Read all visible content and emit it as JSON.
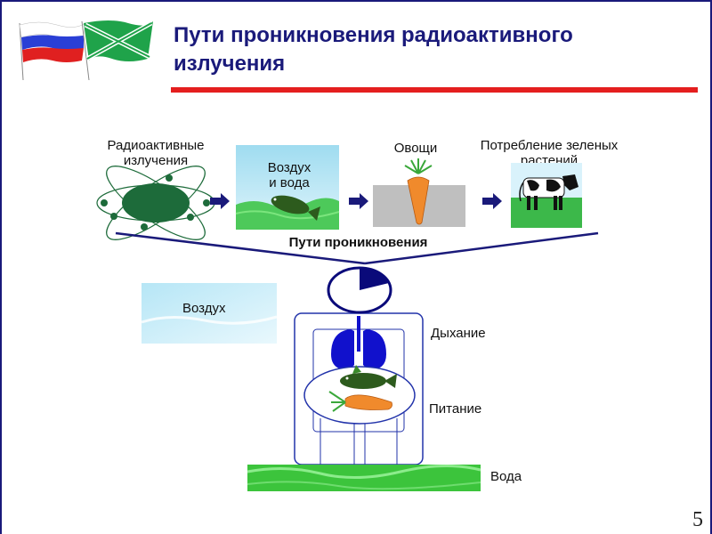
{
  "title": {
    "line1": "Пути проникновения радиоактивного",
    "line2": "излучения"
  },
  "pathway": {
    "step1": "Радиоактивные излучения",
    "step1_line1": "Радиоактивные",
    "step1_line2": "излучения",
    "step2_line1": "Воздух",
    "step2_line2": "и вода",
    "step3": "Овощи",
    "step4_line1": "Потребление зеленых",
    "step4_line2": "растений",
    "bracket_label": "Пути проникновения"
  },
  "body": {
    "air": "Воздух",
    "breathing": "Дыхание",
    "nutrition": "Питание",
    "water": "Вода"
  },
  "page_number": "5",
  "colors": {
    "title": "#1a1a7a",
    "accent_red": "#e41e1e",
    "atom_green": "#1d6b3a",
    "lung_blue": "#1111cc",
    "carrot": "#f08a2c",
    "grass": "#3cc43c"
  },
  "icons": [
    "russia-flag-icon",
    "green-flag-icon",
    "atom-icon",
    "fish-icon",
    "carrot-icon",
    "cow-icon",
    "arrow-right-icon",
    "head-icon",
    "lungs-icon"
  ]
}
